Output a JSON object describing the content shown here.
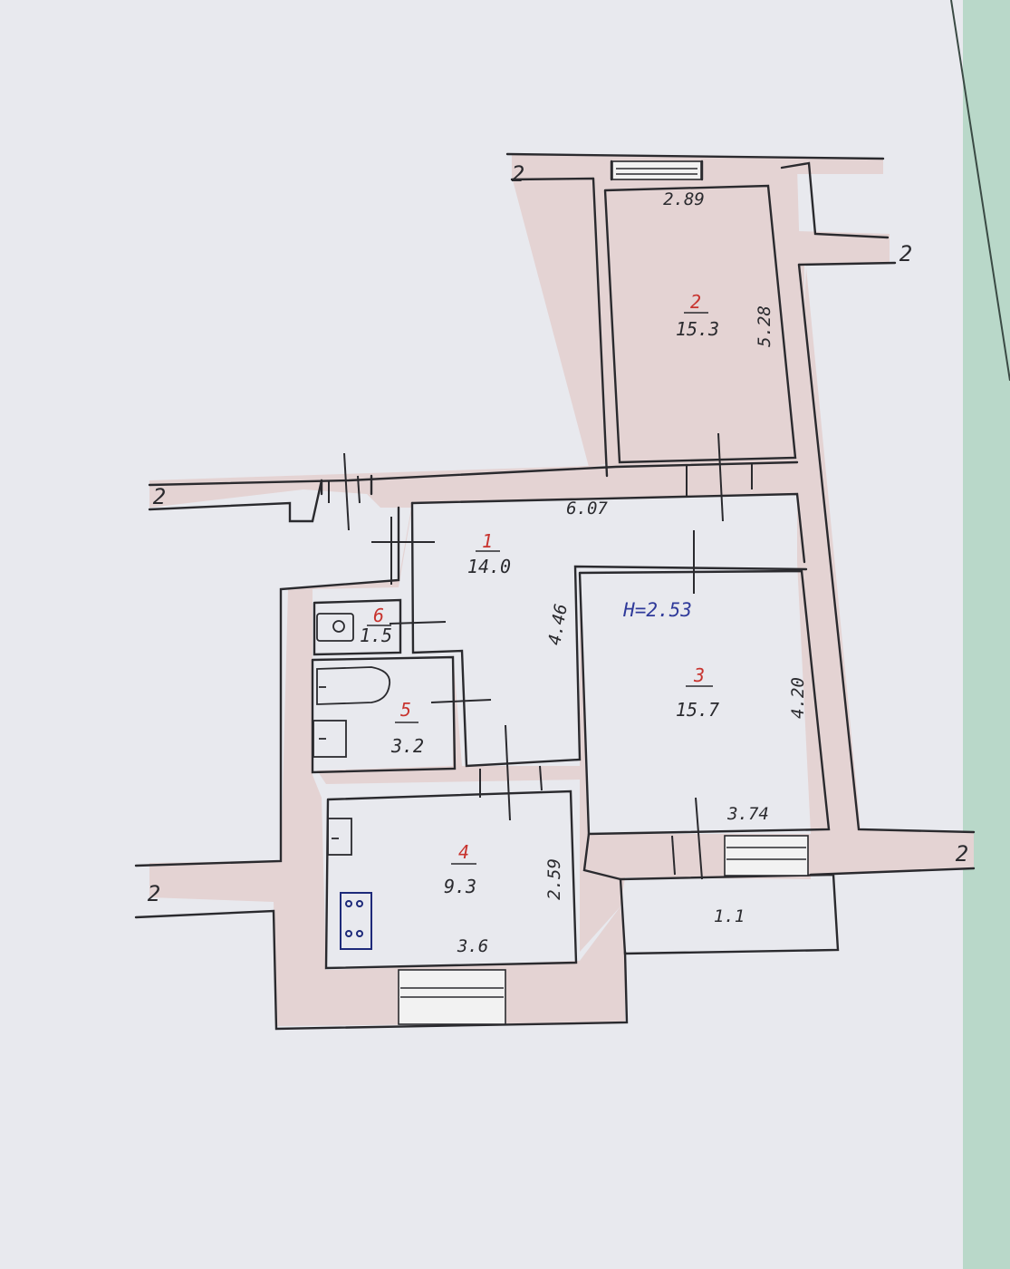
{
  "colors": {
    "paper": "#e8e9ee",
    "wall_fill": "#e4d3d3",
    "ink": "#2a2a2e",
    "room_number": "#c8332e",
    "height_label": "#2f3a9a",
    "window_fill": "#f2f2f2",
    "folder_edge": "#b9d8c9"
  },
  "icons": [
    "toilet-icon",
    "bathtub-icon",
    "sink-icon",
    "stove-icon",
    "fridge-icon"
  ],
  "wall_markers": {
    "top_left": "2",
    "top_right": "2",
    "left_middle": "2",
    "right_lower": "2",
    "left_lower": "2"
  },
  "ceiling_height": "H=2.53",
  "rooms": {
    "r1": {
      "number": "1",
      "area": "14.0"
    },
    "r2": {
      "number": "2",
      "area": "15.3"
    },
    "r3": {
      "number": "3",
      "area": "15.7"
    },
    "r4": {
      "number": "4",
      "area": "9.3"
    },
    "r5": {
      "number": "5",
      "area": "3.2"
    },
    "r6": {
      "number": "6",
      "area": "1.5"
    }
  },
  "dimensions": {
    "r2_width": "2.89",
    "r2_length": "5.28",
    "r1_width": "6.07",
    "r1_length": "4.46",
    "r3_length": "4.20",
    "r3_width": "3.74",
    "r4_length": "2.59",
    "r4_width": "3.6",
    "balcony": "1.1"
  }
}
